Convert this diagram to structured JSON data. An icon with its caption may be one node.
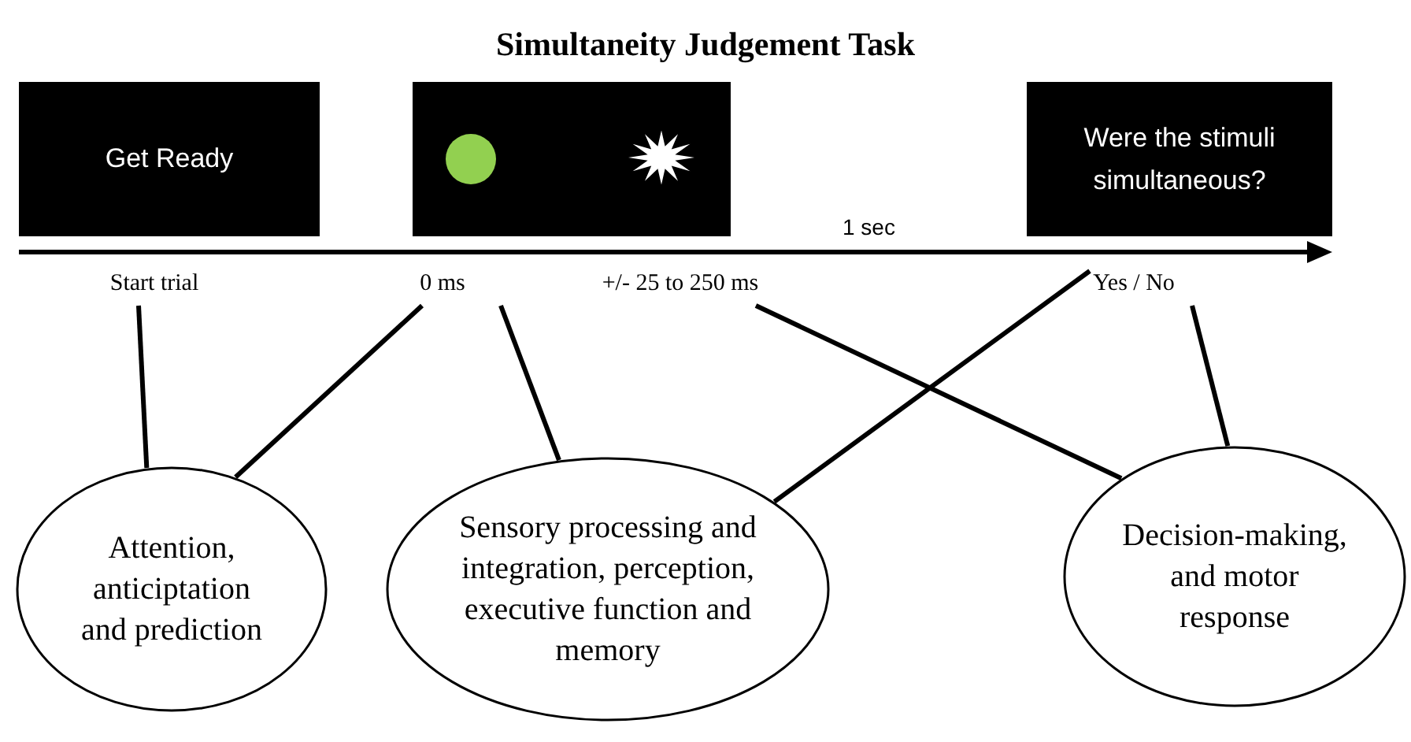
{
  "diagram": {
    "title": "Simultaneity Judgement Task",
    "nodes": [
      {
        "text": [
          "Get Ready"
        ]
      },
      {
        "text": [],
        "shape": "box"
      },
      {
        "text": [
          "Were the stimuli simultaneous?"
        ]
      },
      {
        "text": [
          "Start trial"
        ]
      },
      {
        "text": [
          "0 ms"
        ]
      },
      {
        "text": [
          "+/- 25 to 250 ms"
        ]
      },
      {
        "text": [
          "Yes / No"
        ]
      },
      {
        "text": [
          "Attention, anticiptation and prediction"
        ]
      },
      {
        "text": [
          "Sensory processing and integration, perception, executive function and memory"
        ]
      },
      {
        "text": [
          "Decision-making, and motor response"
        ]
      }
    ],
    "edges": [
      {
        "from": 3,
        "to": 7,
        "arrow": "none"
      },
      {
        "from": 4,
        "to": 7,
        "arrow": "none"
      },
      {
        "from": 4,
        "to": 8,
        "arrow": "none"
      },
      {
        "from": 5,
        "to": 9,
        "arrow": "none"
      },
      {
        "from": 6,
        "to": 8,
        "arrow": "none"
      },
      {
        "from": 6,
        "to": 9,
        "arrow": "none"
      }
    ],
    "labels": [
      "1 sec"
    ]
  }
}
